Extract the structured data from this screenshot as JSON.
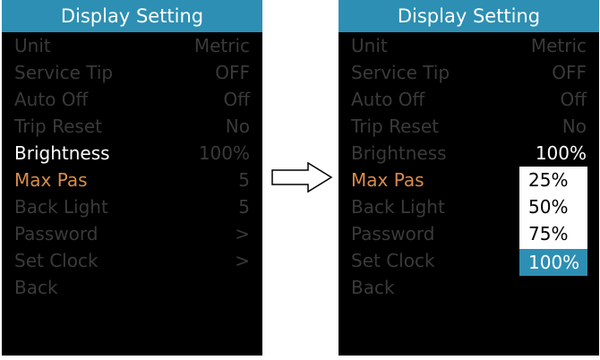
{
  "colors": {
    "header_bg": "#2d8fb3",
    "accent": "#d98c4a",
    "dim_text": "#3a3a3a",
    "highlight_text": "#ffffff"
  },
  "left": {
    "title": "Display Setting",
    "rows": [
      {
        "label": "Unit",
        "value": "Metric"
      },
      {
        "label": "Service Tip",
        "value": "OFF"
      },
      {
        "label": "Auto Off",
        "value": "Off"
      },
      {
        "label": "Trip Reset",
        "value": "No"
      },
      {
        "label": "Brightness",
        "value": "100%"
      },
      {
        "label": "Max Pas",
        "value": "5"
      },
      {
        "label": "Back Light",
        "value": "5"
      },
      {
        "label": "Password",
        "value": ">"
      },
      {
        "label": "Set Clock",
        "value": ">"
      },
      {
        "label": "Back",
        "value": ""
      }
    ]
  },
  "right": {
    "title": "Display Setting",
    "rows": [
      {
        "label": "Unit",
        "value": "Metric"
      },
      {
        "label": "Service Tip",
        "value": "OFF"
      },
      {
        "label": "Auto Off",
        "value": "Off"
      },
      {
        "label": "Trip Reset",
        "value": "No"
      },
      {
        "label": "Brightness",
        "value": "100%"
      },
      {
        "label": "Max Pas",
        "value": ""
      },
      {
        "label": "Back Light",
        "value": ""
      },
      {
        "label": "Password",
        "value": ""
      },
      {
        "label": "Set Clock",
        "value": ""
      },
      {
        "label": "Back",
        "value": ""
      }
    ],
    "dropdown": {
      "options": [
        "25%",
        "50%",
        "75%",
        "100%"
      ],
      "selected": "100%"
    }
  },
  "arrow_icon": "right-arrow-icon"
}
